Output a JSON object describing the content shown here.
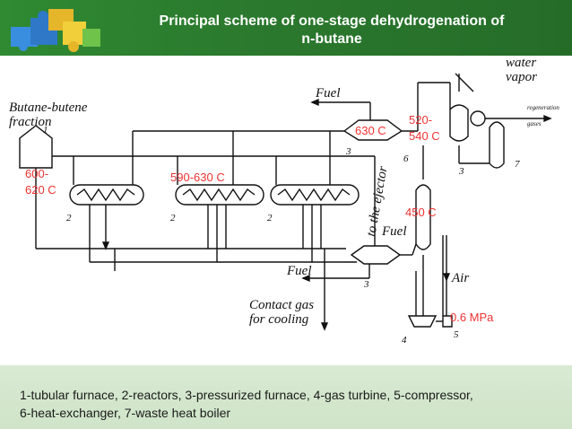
{
  "header": {
    "title_line1": "Principal scheme of one-stage dehydrogenation of",
    "title_line2": "n-butane"
  },
  "labels": {
    "feed": [
      "Butane-butene",
      "fraction"
    ],
    "fuel_top": "Fuel",
    "fuel_mid": "Fuel",
    "fuel_low": "Fuel",
    "water_vapor": [
      "water",
      "vapor"
    ],
    "regeneration_gases": [
      "regeneration",
      "gases"
    ],
    "to_ejector": "to the ejector",
    "contact_gas": [
      "Contact gas",
      "for cooling"
    ],
    "air": "Air"
  },
  "temperatures": {
    "t630": "630 C",
    "t520": [
      "520-",
      "540 C"
    ],
    "t600": [
      "600-",
      "620 C"
    ],
    "t590": "590-630 C",
    "t450": "450 C",
    "pressure": "0.6 MPa"
  },
  "numbers": {
    "n1": "1",
    "n2a": "2",
    "n2b": "2",
    "n2c": "2",
    "n3a": "3",
    "n3b": "3",
    "n3c": "3",
    "n4": "4",
    "n5": "5",
    "n6": "6",
    "n7": "7"
  },
  "caption": {
    "line1": "1-tubular furnace, 2-reactors, 3-pressurized furnace, 4-gas turbine, 5-compressor,",
    "line2": "6-heat-exchanger, 7-waste heat boiler"
  },
  "colors": {
    "header_green": "#2b7a2e",
    "footer_green": "#d3e7cc",
    "annotation_red": "#e33333"
  }
}
